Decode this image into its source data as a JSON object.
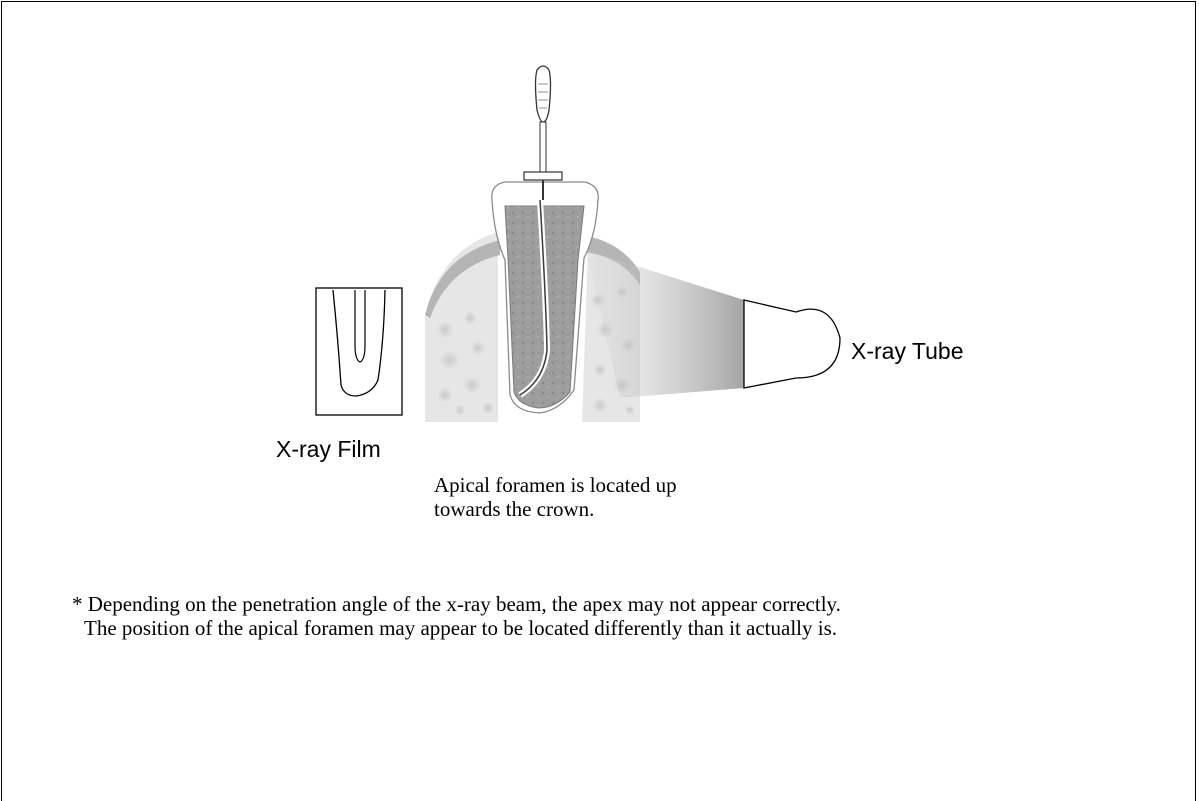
{
  "labels": {
    "film": "X-ray Film",
    "tube": "X-ray Tube"
  },
  "caption": {
    "line1": "Apical foramen is located up",
    "line2": "towards the crown."
  },
  "note": {
    "line1": "* Depending on the penetration angle of the x-ray beam, the apex may not appear correctly.",
    "line2": "The position of the apical foramen may appear to be located differently than it actually is."
  }
}
